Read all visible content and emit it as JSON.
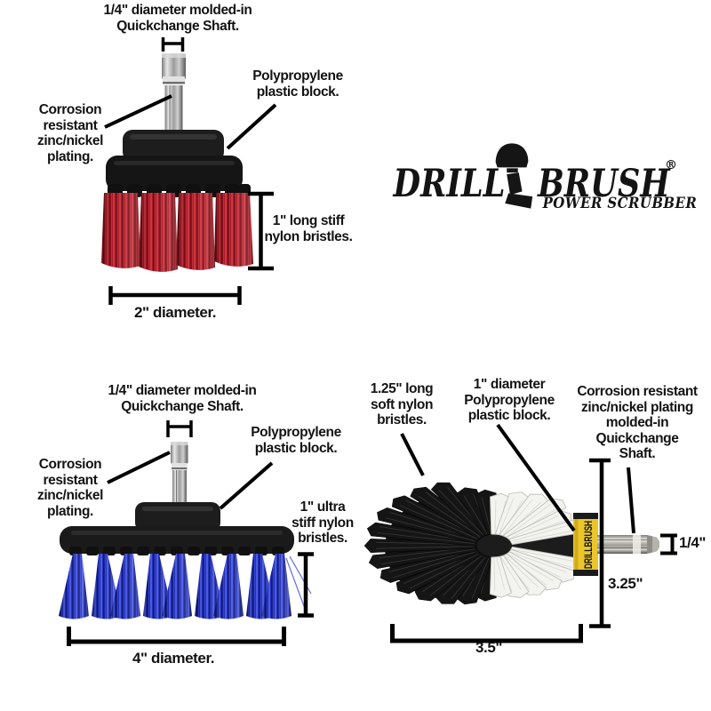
{
  "colors": {
    "background": "#ffffff",
    "text": "#131313",
    "line": "#000000",
    "red_bristle": "#b92230",
    "blue_bristle": "#2936c4",
    "plastic_black": "#1a1a1a",
    "metal_silver": "#b5b5b0",
    "band_yellow": "#eac62a",
    "white_bristle": "#f3f3f0",
    "black_bristle": "#151515"
  },
  "logo": {
    "word_left": "DRILL",
    "word_right": "BRUSH",
    "registered_mark": "®",
    "tagline": "POWER SCRUBBER",
    "icon": "drill-silhouette-icon"
  },
  "brush_2in": {
    "shaft_label": {
      "lines": [
        "1/4\" diameter molded-in",
        "Quickchange Shaft."
      ]
    },
    "block_label": {
      "lines": [
        "Polypropylene",
        "plastic block."
      ]
    },
    "plating_label": {
      "lines": [
        "Corrosion",
        "resistant",
        "zinc/nickel",
        "plating."
      ]
    },
    "bristle_label": {
      "lines": [
        "1\" long stiff",
        "nylon bristles."
      ]
    },
    "diameter_label": "2\" diameter."
  },
  "brush_4in": {
    "shaft_label": {
      "lines": [
        "1/4\" diameter molded-in",
        "Quickchange Shaft."
      ]
    },
    "block_label": {
      "lines": [
        "Polypropylene",
        "plastic block."
      ]
    },
    "plating_label": {
      "lines": [
        "Corrosion",
        "resistant",
        "zinc/nickel",
        "plating."
      ]
    },
    "bristle_label": {
      "lines": [
        "1\" ultra",
        "stiff nylon",
        "bristles."
      ]
    },
    "diameter_label": "4\" diameter."
  },
  "brush_ball": {
    "bristle_label": {
      "lines": [
        "1.25\" long",
        "soft nylon",
        "bristles."
      ]
    },
    "block_label": {
      "lines": [
        "1\" diameter",
        "Polypropylene",
        "plastic block."
      ]
    },
    "shaft_label": {
      "lines": [
        "Corrosion resistant",
        "zinc/nickel plating",
        "molded-in",
        "Quickchange",
        "Shaft."
      ]
    },
    "shaft_diameter_label": "1/4\"",
    "height_label": "3.25\"",
    "width_label": "3.5\"",
    "band_text": "DRILLBRUSH"
  }
}
